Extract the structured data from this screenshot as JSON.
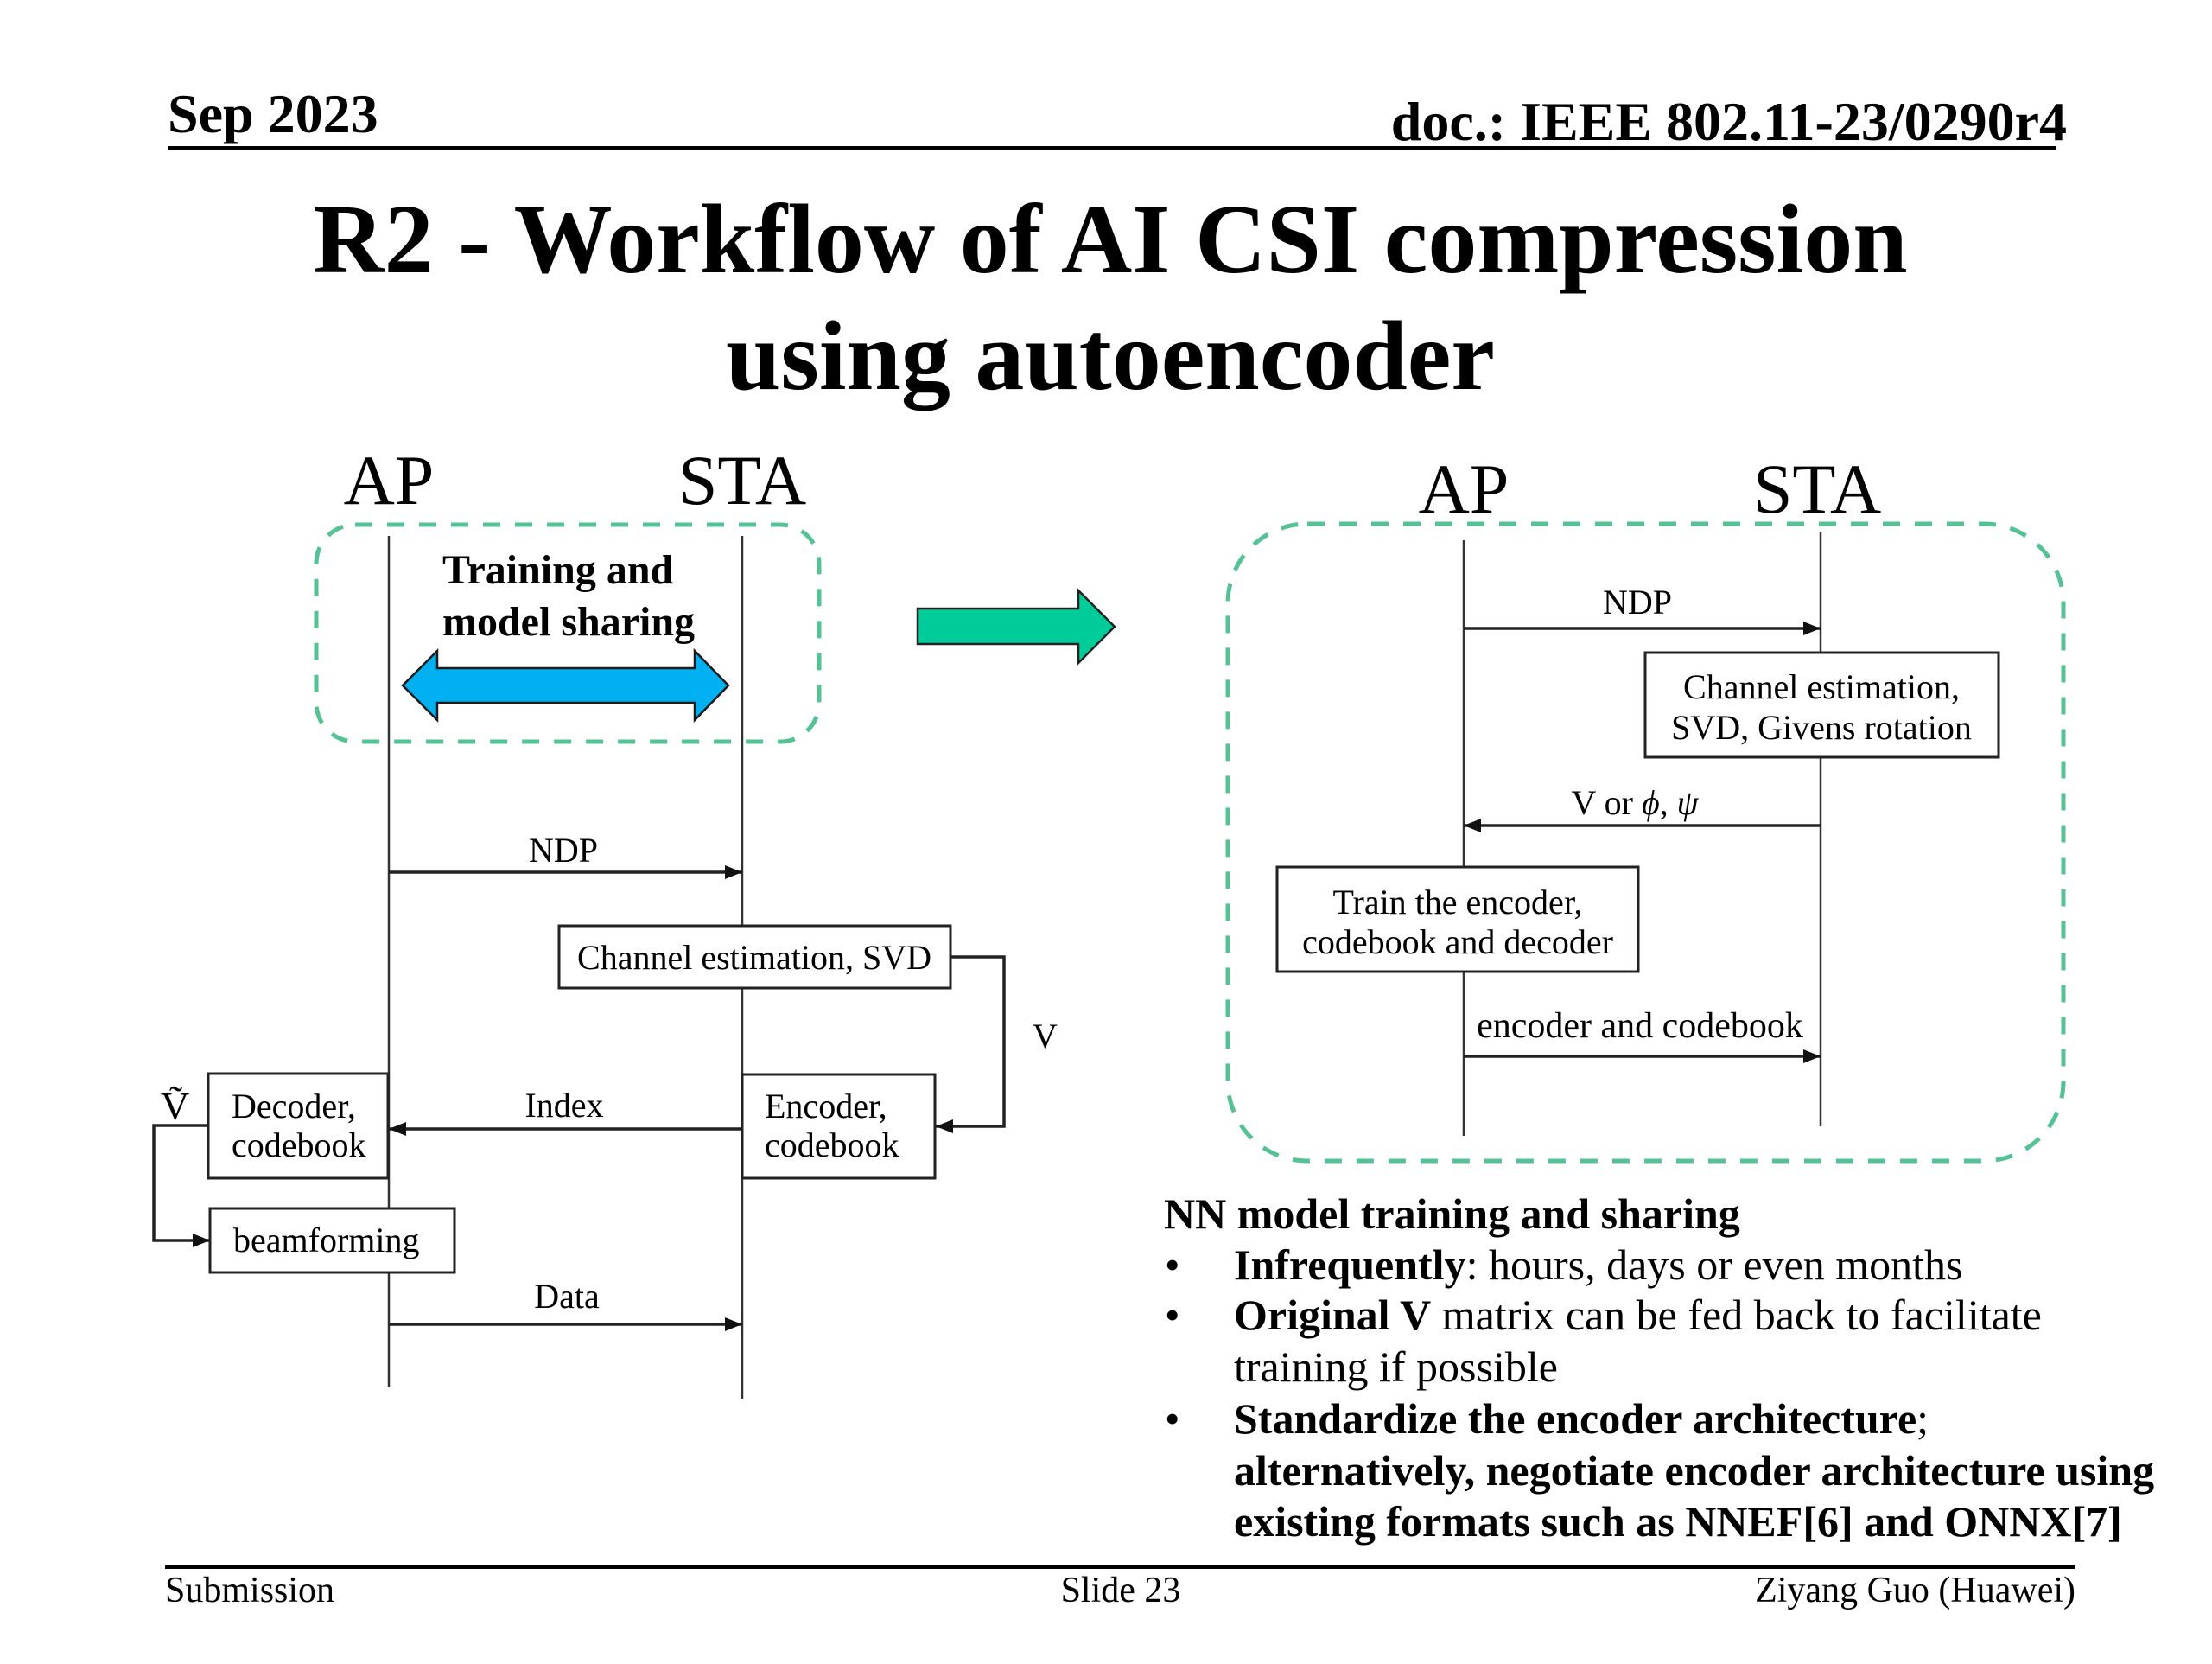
{
  "header": {
    "date": "Sep 2023",
    "doc_id": "doc.: IEEE 802.11-23/0290r4"
  },
  "title": {
    "line1": "R2 - Workflow of AI CSI compression",
    "line2": "using autoencoder"
  },
  "colors": {
    "dashed_frame": "#55c295",
    "sharing_arrow": "#00b0f0",
    "transition_arrow": "#00cc99"
  },
  "left_diagram": {
    "ap_label": "AP",
    "sta_label": "STA",
    "training_label_line1": "Training and",
    "training_label_line2": "model sharing",
    "ndp_label": "NDP",
    "channel_box": "Channel estimation, SVD",
    "v_label": "V",
    "encoder_box": [
      "Encoder,",
      "codebook"
    ],
    "index_label": "Index",
    "decoder_box": [
      "Decoder,",
      "codebook"
    ],
    "v_tilde_label": "Ṽ",
    "beamforming_box": "beamforming",
    "data_label": "Data"
  },
  "right_diagram": {
    "ap_label": "AP",
    "sta_label": "STA",
    "ndp_label": "NDP",
    "channel_box": [
      "Channel estimation,",
      "SVD, Givens rotation"
    ],
    "feedback_prefix": "V or ",
    "feedback_symbols": "ϕ, ψ",
    "train_box": [
      "Train the encoder,",
      "codebook and decoder"
    ],
    "model_transfer_label": "encoder and codebook"
  },
  "notes": {
    "heading": "NN model training and sharing",
    "bullet_char": "•",
    "bullets": [
      {
        "bold": "Infrequently",
        "text": ": hours, days or even months"
      },
      {
        "bold": "Original V",
        "text": " matrix can be fed back to facilitate",
        "continuation": "training if possible"
      },
      {
        "bold": "Standardize the encoder architecture",
        "text": ";",
        "continuation_bold": [
          "alternatively, negotiate encoder architecture using",
          "existing formats such as NNEF[6] and ONNX[7]"
        ]
      }
    ]
  },
  "footer": {
    "left": "Submission",
    "center": "Slide 23",
    "right": "Ziyang Guo (Huawei)"
  }
}
